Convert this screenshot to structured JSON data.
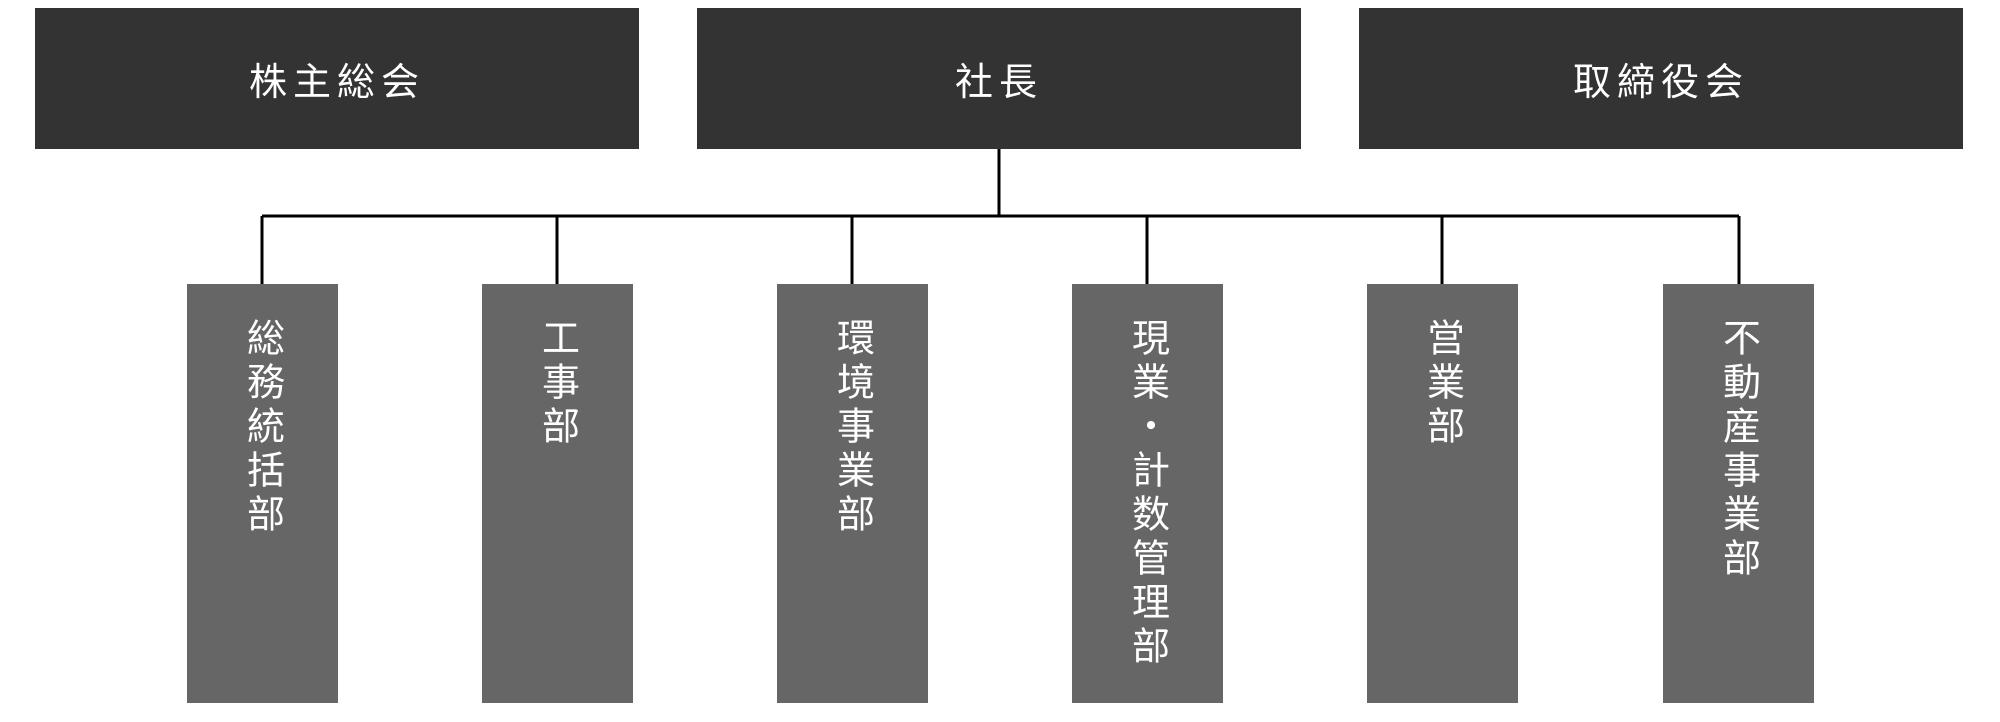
{
  "top": {
    "shareholders_meeting": "株主総会",
    "president": "社長",
    "board_of_directors": "取締役会"
  },
  "departments": [
    {
      "label": "総務統括部"
    },
    {
      "label": "工事部"
    },
    {
      "label": "環境事業部"
    },
    {
      "label": "現業・計数管理部"
    },
    {
      "label": "営業部"
    },
    {
      "label": "不動産事業部"
    }
  ],
  "colors": {
    "top_box": "#333333",
    "department_box": "#666666",
    "text": "#ffffff",
    "connector": "#000000"
  }
}
